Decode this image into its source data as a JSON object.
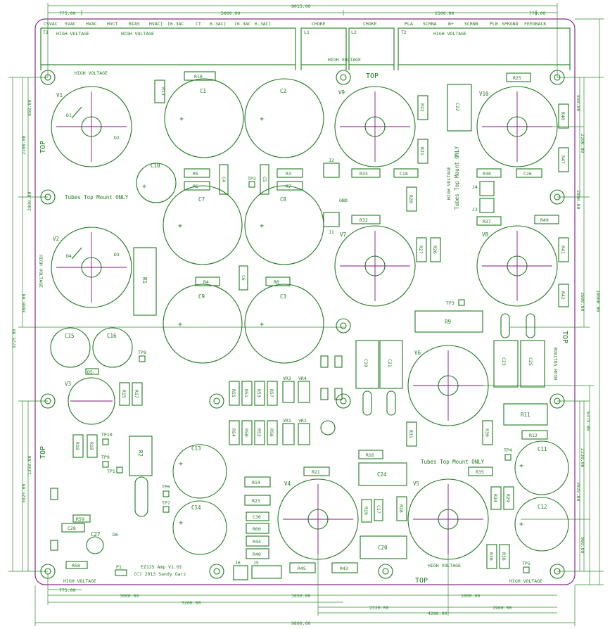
{
  "board": {
    "title_line1": "EZ125 Amp V1.01",
    "title_line2": "(C) 2013 Sandy Garz",
    "tubes_note": "Tubes Top Mount ONLY",
    "gnd": "GND",
    "top": "TOP",
    "high_voltage": "HIGH VOLTAGE",
    "high_voltage_mirror": "HIGH VOLTAGE",
    "choke": "CHOKE"
  },
  "terminals": {
    "t1_name": "T1",
    "t1_labels": [
      "CSVAC",
      "5VAC",
      "HVAC",
      "HVCT",
      "BIAS",
      "HVAC]",
      "[6.3AC",
      "CT",
      "6.3AC]",
      "[6.3AC",
      "6.3AC]"
    ],
    "l1_name": "L1",
    "l2_name": "L2",
    "t2_name": "T2",
    "t2_labels": [
      "PLA",
      "SCRNA",
      "B+",
      "SCRNB",
      "PLB",
      "SPKGND",
      "FEEDBACK"
    ]
  },
  "tubes": [
    "V1",
    "V2",
    "V3",
    "V4",
    "V5",
    "V6",
    "V7",
    "V8",
    "V9",
    "V10"
  ],
  "caps_large": [
    "C1",
    "C2",
    "C7",
    "C8",
    "C9",
    "C3",
    "C13",
    "C14",
    "C11",
    "C12",
    "C10",
    "C15",
    "C16",
    "C27"
  ],
  "resistors": [
    "R10",
    "R13",
    "R5",
    "R6",
    "R3",
    "R7",
    "R4",
    "R8",
    "R1",
    "R2",
    "R9",
    "R11",
    "R12",
    "R14",
    "R21",
    "R23",
    "R16",
    "R22",
    "R21",
    "R20",
    "R33",
    "R32",
    "R38",
    "R37",
    "R49",
    "R40",
    "R47",
    "R41",
    "R42",
    "R25",
    "R27",
    "R26",
    "R31",
    "R39",
    "R35",
    "R34",
    "R29",
    "R30",
    "R36",
    "R28",
    "R19",
    "R15",
    "R17",
    "R18",
    "R59",
    "R58",
    "R55",
    "R51",
    "R53",
    "R57",
    "R54",
    "R50",
    "R52",
    "R56",
    "R45",
    "R43",
    "R60",
    "R44",
    "R40"
  ],
  "other_parts": [
    "C4",
    "C5",
    "C6",
    "C17",
    "C18",
    "C19",
    "C20",
    "C21",
    "C22",
    "C23",
    "C24",
    "C25",
    "C26",
    "C28",
    "C30",
    "VR1",
    "VR2",
    "VR3",
    "VR4",
    "J1",
    "J2",
    "J3",
    "J4",
    "J5",
    "J6",
    "P1",
    "D1",
    "D2",
    "D3",
    "D4",
    "D5",
    "D6",
    "TP1",
    "TP2",
    "TP3",
    "TP4",
    "TP5",
    "TP6",
    "TP7",
    "TP8",
    "TP9",
    "TP10"
  ],
  "dimensions": {
    "top": [
      "775.00",
      "5000.00",
      "9015.00",
      "2500.00",
      "770.00"
    ],
    "bottom": [
      "775.00",
      "3000.00",
      "5200.00",
      "3050.00",
      "3000.00",
      "2320.00",
      "1960.00",
      "4280.00",
      "9800.00"
    ],
    "left": [
      "850.00",
      "2100.00",
      "2800.00",
      "3600.00",
      "9725.00",
      "1350.00",
      "3025.00"
    ],
    "right": [
      "850.00",
      "2100.00",
      "2800.00",
      "3600.00",
      "10000.00",
      "6375.00",
      "2330.00",
      "3025.00",
      "960.00"
    ]
  }
}
